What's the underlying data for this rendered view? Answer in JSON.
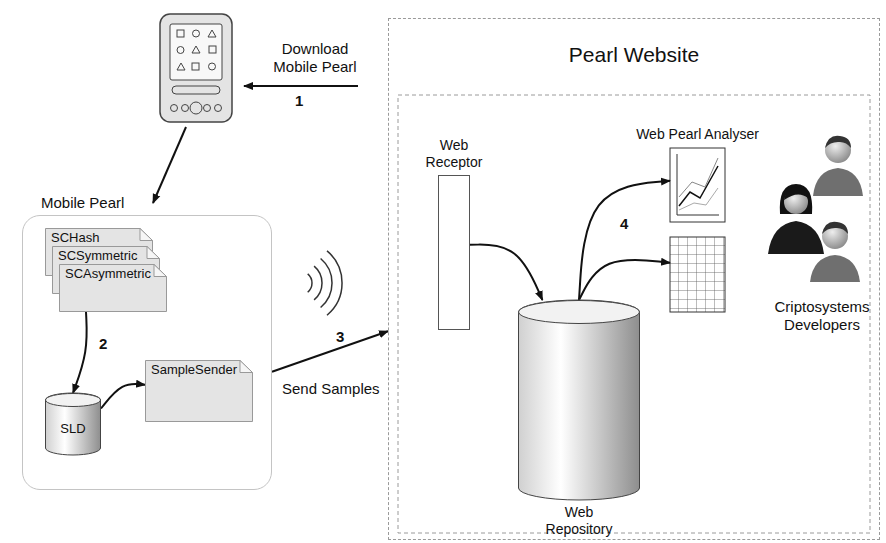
{
  "diagram": {
    "nodes": [
      {
        "text": [
          "Mobile Pearl"
        ]
      },
      {
        "text": [
          "SCHash"
        ],
        "in": 0
      },
      {
        "text": [
          "SCSymmetric"
        ],
        "in": 0
      },
      {
        "text": [
          "SCAsymmetric"
        ],
        "in": 0
      },
      {
        "text": [
          "SLD"
        ],
        "in": 0
      },
      {
        "text": [
          "SampleSender"
        ],
        "in": 0
      },
      {
        "text": [
          "Pearl Website"
        ]
      },
      {
        "text": [
          "Web Receptor"
        ],
        "in": 6
      },
      {
        "text": [
          "Web Repository"
        ],
        "in": 6
      },
      {
        "text": [
          "Web Pearl Analyser"
        ],
        "in": 6
      }
    ],
    "edges": [
      {
        "from": 3,
        "to": 4,
        "arrow": "to",
        "label": "2"
      },
      {
        "from": 4,
        "to": 5,
        "arrow": "to"
      },
      {
        "from": 0,
        "to": 6,
        "arrow": "to"
      },
      {
        "from": 7,
        "to": 8,
        "arrow": "to"
      },
      {
        "from": 8,
        "to": 9,
        "arrow": "to",
        "label": "4"
      },
      {
        "from": 8,
        "to": 9,
        "arrow": "to"
      }
    ],
    "labels": [
      "Download Mobile Pearl",
      "1",
      "3",
      "Send Samples",
      "Criptosystems Developers"
    ]
  }
}
